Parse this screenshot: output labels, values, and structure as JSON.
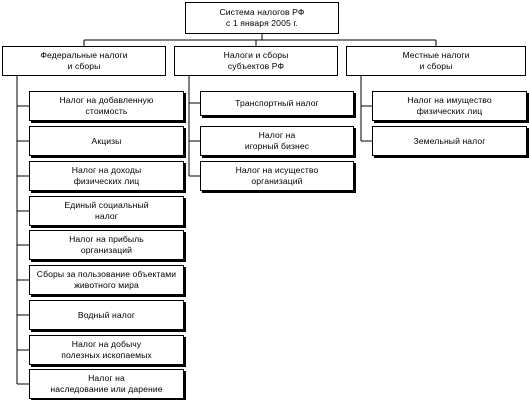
{
  "root": {
    "label": "Система налогов РФ\nс 1 января 2005 г."
  },
  "categories": [
    {
      "id": "federal",
      "label": "Федеральные налоги\nи сборы"
    },
    {
      "id": "regional",
      "label": "Налоги и сборы\nсубъектов РФ"
    },
    {
      "id": "local",
      "label": "Местные налоги\nи сборы"
    }
  ],
  "federal_taxes": [
    "Налог на добавленную\nстоимость",
    "Акцизы",
    "Налог на доходы\nфизических лиц",
    "Единый социальный\nналог",
    "Налог на прибыль\nорганизаций",
    "Сборы за пользование объектами\nживотного мира",
    "Водный налог",
    "Налог на добычу\nполезных ископаемых",
    "Налог на\nнаследование или дарение"
  ],
  "regional_taxes": [
    "Транспортный налог",
    "Налог на\nигорный бизнес",
    "Налог на исущество\nорганизаций"
  ],
  "local_taxes": [
    "Налог на имущество\nфизических лиц",
    "Земельный налог"
  ],
  "colors": {
    "line": "#000000",
    "box_border": "#000000",
    "box_fill": "#ffffff",
    "text": "#000000"
  }
}
